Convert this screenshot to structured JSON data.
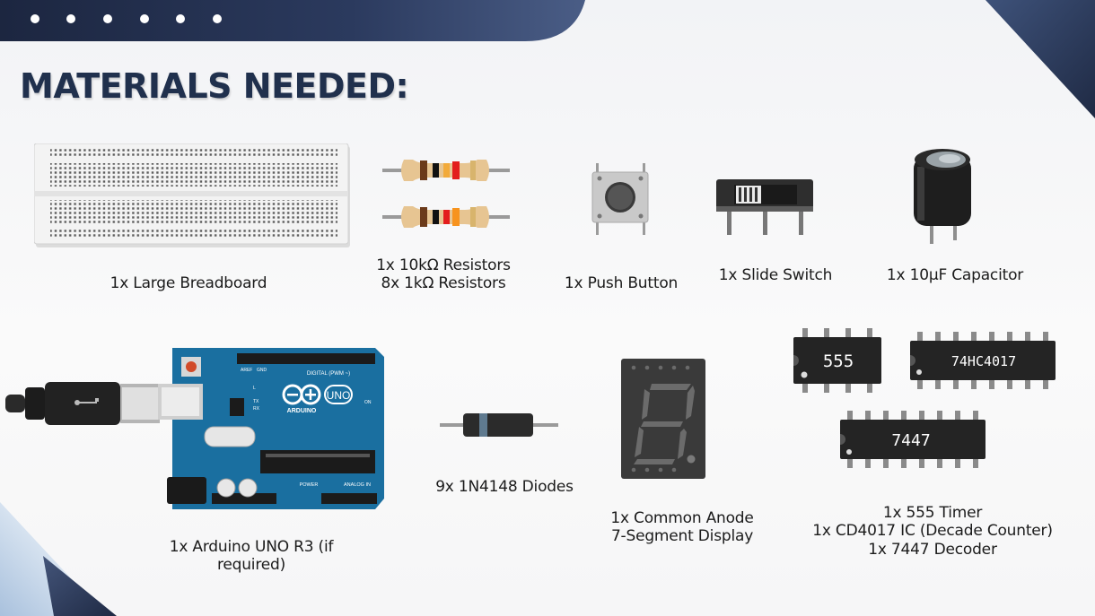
{
  "slide": {
    "title": "MATERIALS NEEDED:",
    "colors": {
      "navy": "#1f2a44",
      "title": "#20304d",
      "pcb_blue": "#1a6fa0"
    }
  },
  "items": {
    "breadboard": "1x Large Breadboard",
    "resistors_1": "1x 10kΩ Resistors",
    "resistors_2": "8x 1kΩ Resistors",
    "push_button": "1x Push Button",
    "slide_switch": "1x Slide Switch",
    "capacitor": "1x 10µF Capacitor",
    "arduino_1": "1x Arduino UNO R3 (if",
    "arduino_2": "required)",
    "diodes": "9x 1N4148 Diodes",
    "display_1": "1x Common Anode",
    "display_2": "7-Segment Display",
    "ic_1": "1x 555 Timer",
    "ic_2": "1x CD4017 IC (Decade Counter)",
    "ic_3": "1x 7447 Decoder"
  },
  "chips": {
    "c555": "555",
    "c4017": "74HC4017",
    "c7447": "7447"
  },
  "arduino_board": {
    "brand": "ARDUINO",
    "model": "UNO",
    "digital": "DIGITAL (PWM ~)",
    "power": "POWER",
    "analog": "ANALOG IN",
    "on": "ON",
    "l": "L",
    "tx": "TX",
    "rx": "RX",
    "aref": "AREF",
    "gnd": "GND"
  }
}
